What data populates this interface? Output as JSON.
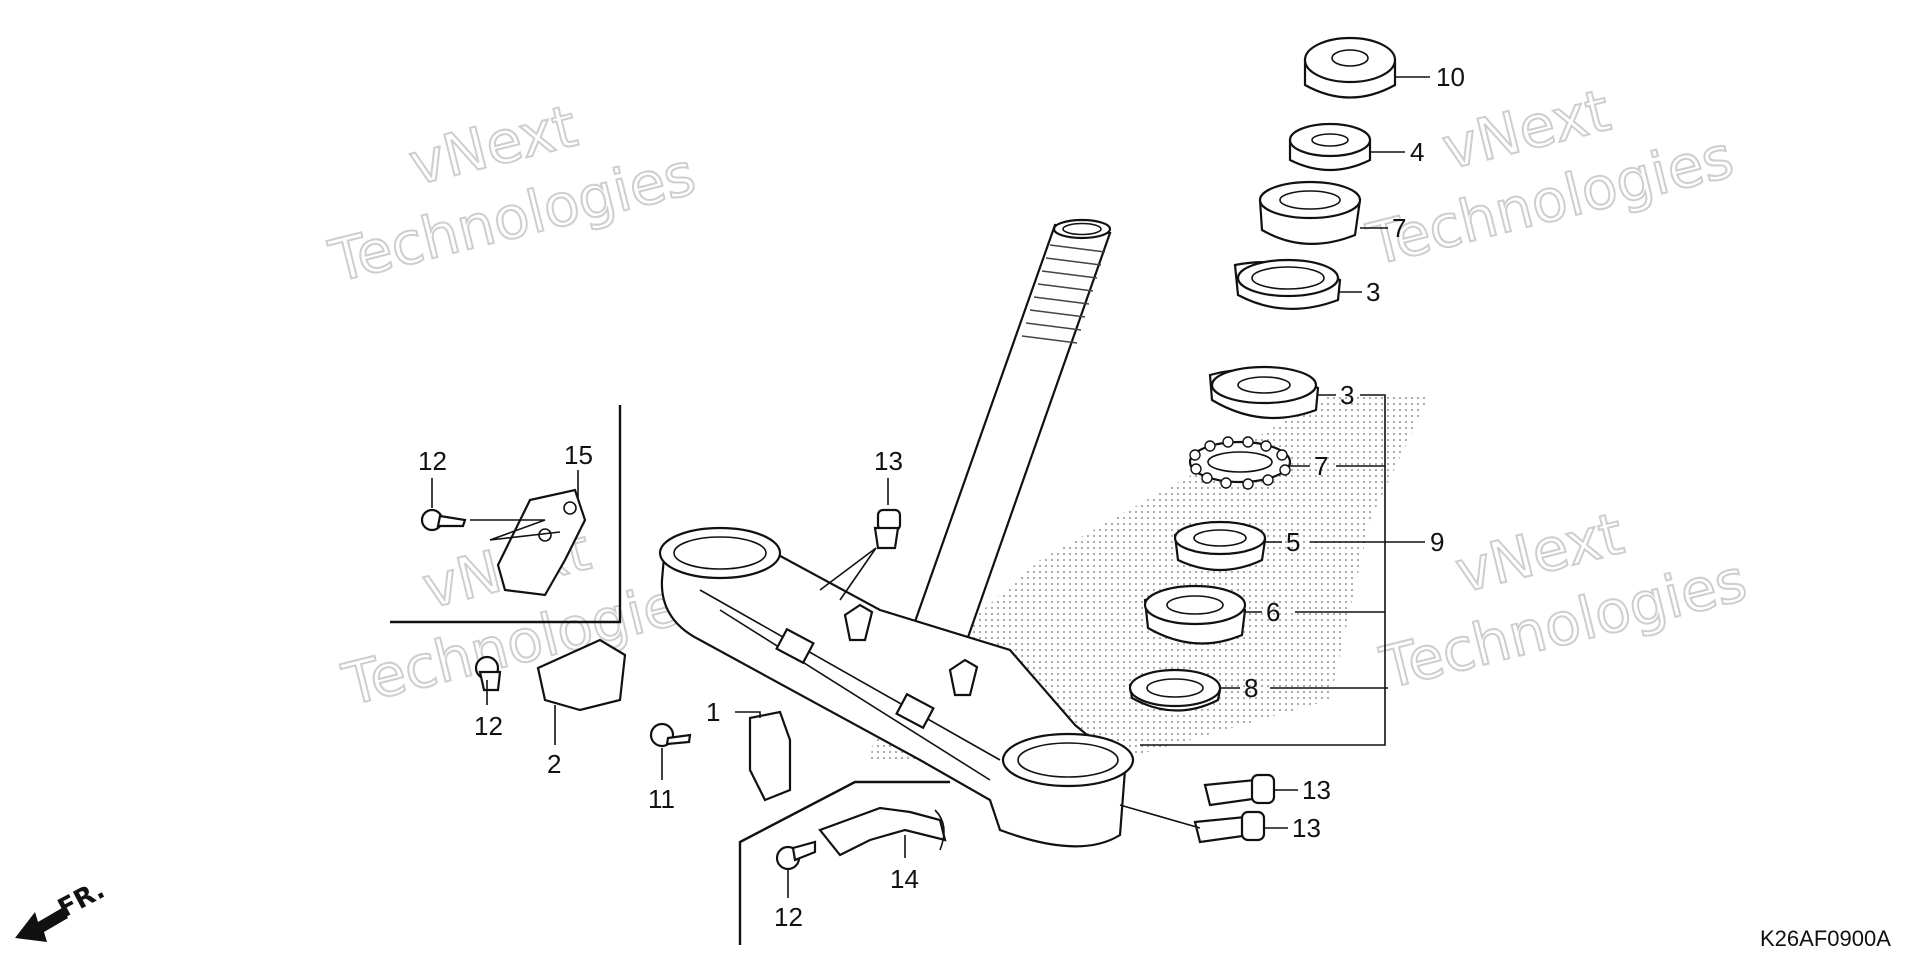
{
  "watermark": {
    "line1": "vNext",
    "line2": "Technologies"
  },
  "diagram_code": "K26AF0900A",
  "direction_label": "FR.",
  "callouts": {
    "c10": "10",
    "c4": "4",
    "c7a": "7",
    "c3a": "3",
    "c3b": "3",
    "c7b": "7",
    "c5": "5",
    "c9": "9",
    "c6": "6",
    "c8": "8",
    "c13a": "13",
    "c13b": "13",
    "c13c": "13",
    "c12a": "12",
    "c15": "15",
    "c12b": "12",
    "c2": "2",
    "c1": "1",
    "c11": "11",
    "c14": "14",
    "c12c": "12"
  }
}
